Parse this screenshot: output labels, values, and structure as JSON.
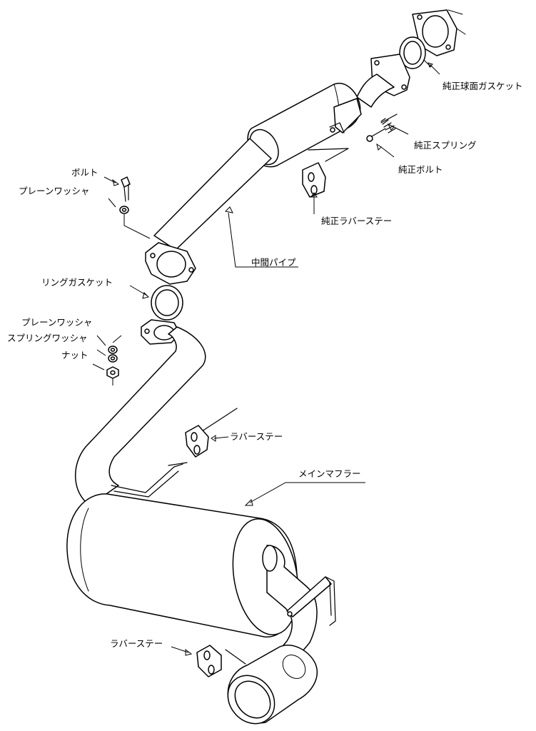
{
  "labels": {
    "oem_ball_gasket": "純正球面ガスケット",
    "oem_spring": "純正スプリング",
    "oem_bolt": "純正ボルト",
    "oem_rubber_stay": "純正ラバーステー",
    "bolt": "ボルト",
    "plain_washer_top": "プレーンワッシャ",
    "center_pipe": "中間パイプ",
    "ring_gasket": "リングガスケット",
    "plain_washer_bottom": "プレーンワッシャ",
    "spring_washer": "スプリングワッシャ",
    "nut": "ナット",
    "rubber_stay_upper": "ラバーステー",
    "main_muffler": "メインマフラー",
    "rubber_stay_lower": "ラバーステー"
  },
  "colors": {
    "line": "#000000",
    "background": "#ffffff"
  }
}
